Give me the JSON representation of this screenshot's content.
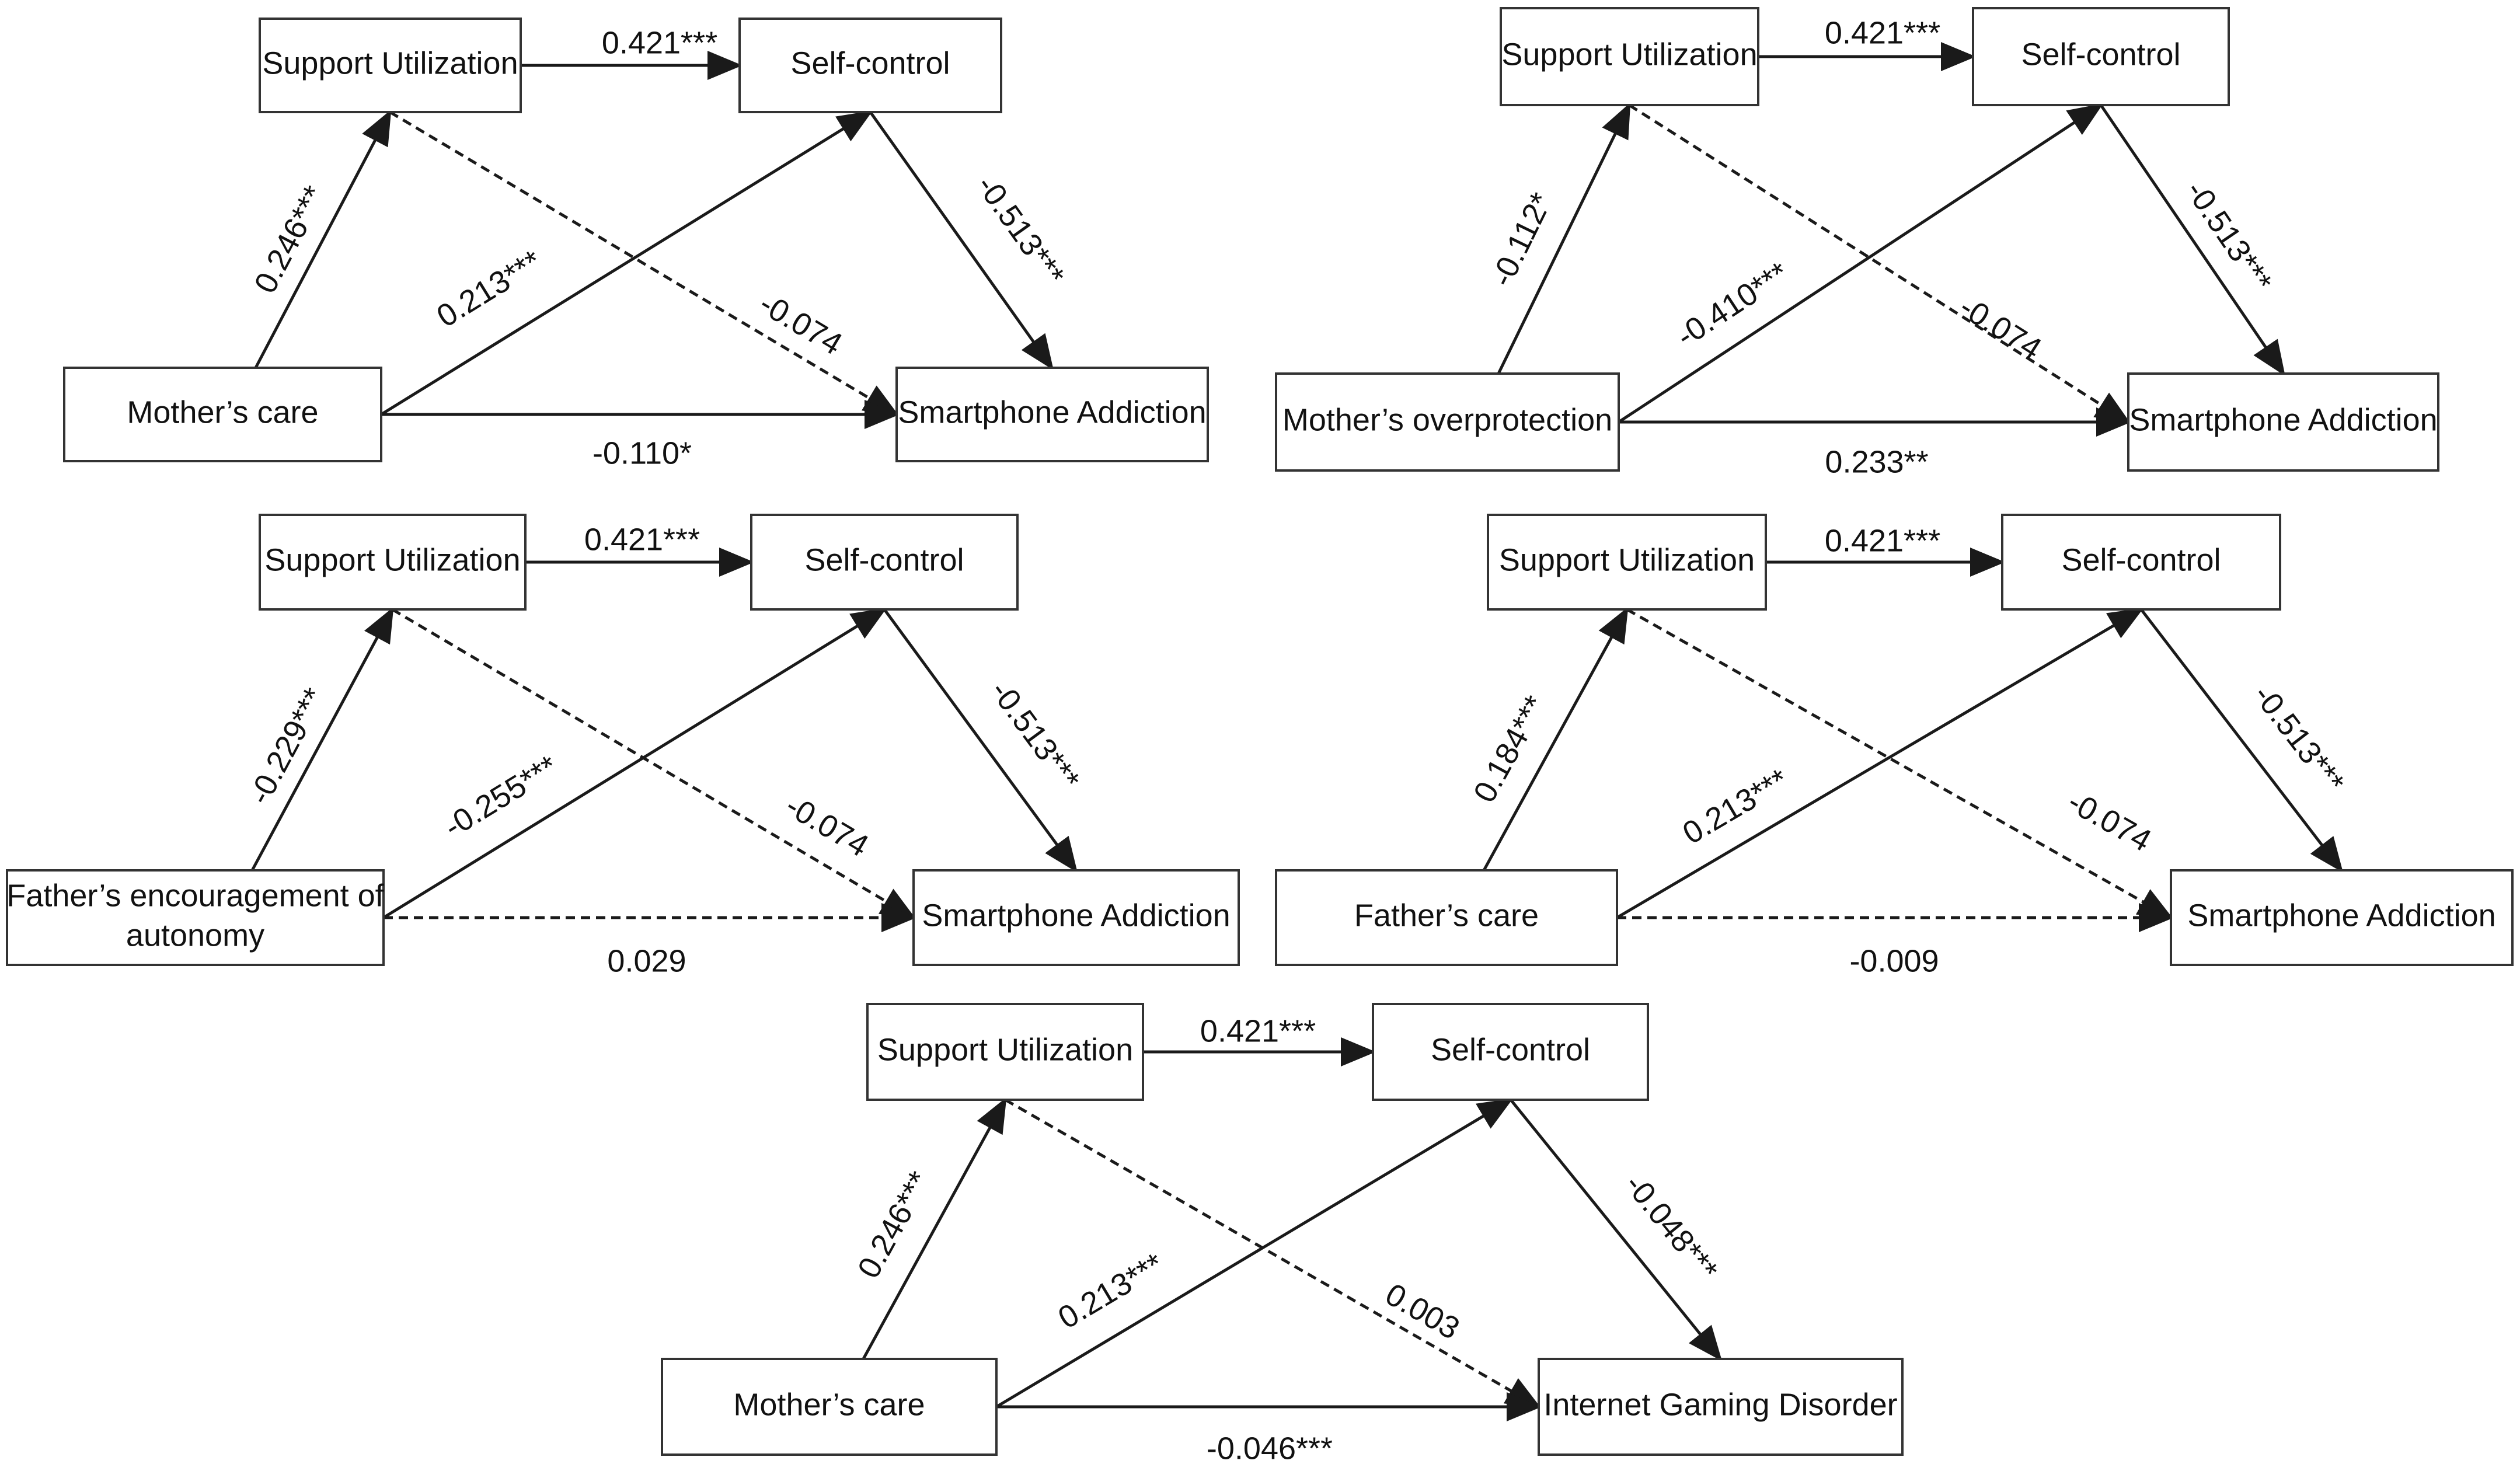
{
  "panels": [
    {
      "id": "p1",
      "nodes": {
        "su": {
          "label": "Support Utilization"
        },
        "sc": {
          "label": "Self-control"
        },
        "pred": {
          "label": "Mother’s care"
        },
        "out": {
          "label": "Smartphone Addiction"
        }
      },
      "edges": [
        {
          "id": "su_sc",
          "from": "su",
          "to": "sc",
          "label": "0.421***",
          "style": "solid"
        },
        {
          "id": "pred_su",
          "from": "pred",
          "to": "su",
          "label": "0.246***",
          "style": "solid"
        },
        {
          "id": "pred_sc",
          "from": "pred",
          "to": "sc",
          "label": "0.213***",
          "style": "solid"
        },
        {
          "id": "su_out",
          "from": "su",
          "to": "out",
          "label": "-0.074",
          "style": "dashed"
        },
        {
          "id": "sc_out",
          "from": "sc",
          "to": "out",
          "label": "-0.513***",
          "style": "solid"
        },
        {
          "id": "pred_out",
          "from": "pred",
          "to": "out",
          "label": "-0.110*",
          "style": "solid"
        }
      ]
    },
    {
      "id": "p2",
      "nodes": {
        "su": {
          "label": "Support Utilization"
        },
        "sc": {
          "label": "Self-control"
        },
        "pred": {
          "label": "Mother’s overprotection"
        },
        "out": {
          "label": "Smartphone Addiction"
        }
      },
      "edges": [
        {
          "id": "su_sc",
          "from": "su",
          "to": "sc",
          "label": "0.421***",
          "style": "solid"
        },
        {
          "id": "pred_su",
          "from": "pred",
          "to": "su",
          "label": "-0.112*",
          "style": "solid"
        },
        {
          "id": "pred_sc",
          "from": "pred",
          "to": "sc",
          "label": "-0.410***",
          "style": "solid"
        },
        {
          "id": "su_out",
          "from": "su",
          "to": "out",
          "label": "-0.074",
          "style": "dashed"
        },
        {
          "id": "sc_out",
          "from": "sc",
          "to": "out",
          "label": "-0.513***",
          "style": "solid"
        },
        {
          "id": "pred_out",
          "from": "pred",
          "to": "out",
          "label": "0.233**",
          "style": "solid"
        }
      ]
    },
    {
      "id": "p3",
      "nodes": {
        "su": {
          "label": "Support Utilization"
        },
        "sc": {
          "label": "Self-control"
        },
        "pred": {
          "label": "Father’s encouragement of",
          "label2": "autonomy"
        },
        "out": {
          "label": "Smartphone Addiction"
        }
      },
      "edges": [
        {
          "id": "su_sc",
          "from": "su",
          "to": "sc",
          "label": "0.421***",
          "style": "solid"
        },
        {
          "id": "pred_su",
          "from": "pred",
          "to": "su",
          "label": "-0.229***",
          "style": "solid"
        },
        {
          "id": "pred_sc",
          "from": "pred",
          "to": "sc",
          "label": "-0.255***",
          "style": "solid"
        },
        {
          "id": "su_out",
          "from": "su",
          "to": "out",
          "label": "-0.074",
          "style": "dashed"
        },
        {
          "id": "sc_out",
          "from": "sc",
          "to": "out",
          "label": "-0.513***",
          "style": "solid"
        },
        {
          "id": "pred_out",
          "from": "pred",
          "to": "out",
          "label": "0.029",
          "style": "dashed"
        }
      ]
    },
    {
      "id": "p4",
      "nodes": {
        "su": {
          "label": "Support Utilization"
        },
        "sc": {
          "label": "Self-control"
        },
        "pred": {
          "label": "Father’s care"
        },
        "out": {
          "label": "Smartphone Addiction"
        }
      },
      "edges": [
        {
          "id": "su_sc",
          "from": "su",
          "to": "sc",
          "label": "0.421***",
          "style": "solid"
        },
        {
          "id": "pred_su",
          "from": "pred",
          "to": "su",
          "label": "0.184***",
          "style": "solid"
        },
        {
          "id": "pred_sc",
          "from": "pred",
          "to": "sc",
          "label": "0.213***",
          "style": "solid"
        },
        {
          "id": "su_out",
          "from": "su",
          "to": "out",
          "label": "-0.074",
          "style": "dashed"
        },
        {
          "id": "sc_out",
          "from": "sc",
          "to": "out",
          "label": "-0.513***",
          "style": "solid"
        },
        {
          "id": "pred_out",
          "from": "pred",
          "to": "out",
          "label": "-0.009",
          "style": "dashed"
        }
      ]
    },
    {
      "id": "p5",
      "nodes": {
        "su": {
          "label": "Support Utilization"
        },
        "sc": {
          "label": "Self-control"
        },
        "pred": {
          "label": "Mother’s care"
        },
        "out": {
          "label": "Internet Gaming Disorder"
        }
      },
      "edges": [
        {
          "id": "su_sc",
          "from": "su",
          "to": "sc",
          "label": "0.421***",
          "style": "solid"
        },
        {
          "id": "pred_su",
          "from": "pred",
          "to": "su",
          "label": "0.246***",
          "style": "solid"
        },
        {
          "id": "pred_sc",
          "from": "pred",
          "to": "sc",
          "label": "0.213***",
          "style": "solid"
        },
        {
          "id": "su_out",
          "from": "su",
          "to": "out",
          "label": "0.003",
          "style": "dashed"
        },
        {
          "id": "sc_out",
          "from": "sc",
          "to": "out",
          "label": "-0.048***",
          "style": "solid"
        },
        {
          "id": "pred_out",
          "from": "pred",
          "to": "out",
          "label": "-0.046***",
          "style": "solid"
        }
      ]
    }
  ]
}
